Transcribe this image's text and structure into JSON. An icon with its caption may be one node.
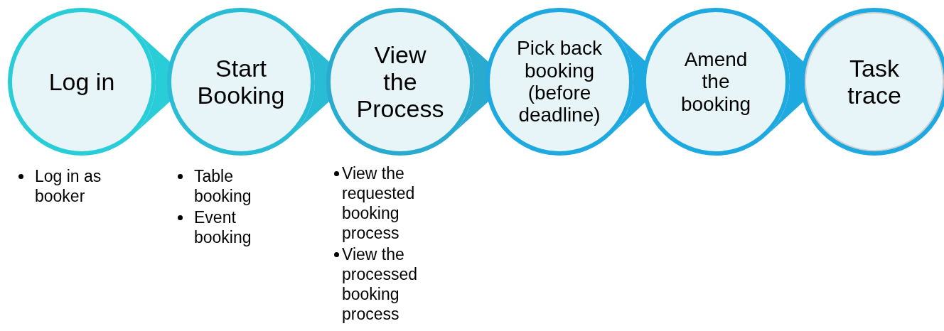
{
  "diagram": {
    "nodes": [
      {
        "text": [
          "Log in"
        ],
        "beside": [
          "Log in as booker"
        ]
      },
      {
        "text": [
          "Start Booking"
        ],
        "beside": [
          "Table booking",
          "Event booking"
        ]
      },
      {
        "text": [
          "View the Process"
        ],
        "beside": [
          "View the requested booking process",
          "View the processed booking process"
        ]
      },
      {
        "text": [
          "Pick back booking (before deadline)"
        ]
      },
      {
        "text": [
          "Amend the booking"
        ]
      },
      {
        "text": [
          "Task trace"
        ]
      }
    ],
    "edges": [
      {
        "from": 0,
        "to": 1,
        "arrow": "to",
        "color": "#29cdd8"
      },
      {
        "from": 1,
        "to": 2,
        "arrow": "to",
        "color": "#29bcd4"
      },
      {
        "from": 2,
        "to": 3,
        "arrow": "to",
        "color": "#29aacf"
      },
      {
        "from": 3,
        "to": 4,
        "arrow": "to"
      },
      {
        "from": 4,
        "to": 5,
        "arrow": "to"
      }
    ]
  }
}
